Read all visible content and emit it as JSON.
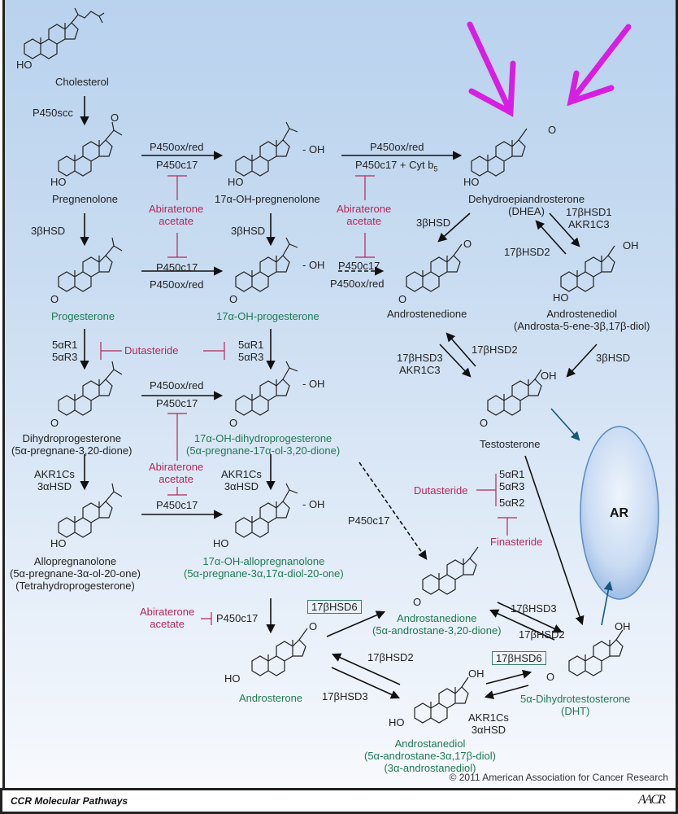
{
  "colors": {
    "drug": "#b4285a",
    "highlight_metabolite": "#1f7a52",
    "ar_arrow": "#145a78",
    "annotation_arrow": "#d61fe0",
    "receptor_fill": "#c8daf3",
    "receptor_stroke": "#5a8ac0"
  },
  "compounds": {
    "cholesterol": {
      "name": "Cholesterol"
    },
    "pregnenolone": {
      "name": "Pregnenolone"
    },
    "oh_pregnenolone": {
      "name": "17α-OH-pregnenolone"
    },
    "dhea": {
      "name": "Dehydroepiandrosterone",
      "sub": "(DHEA)"
    },
    "progesterone": {
      "name": "Progesterone"
    },
    "oh_progesterone": {
      "name": "17α-OH-progesterone"
    },
    "androstenedione": {
      "name": "Androstenedione"
    },
    "androstenediol": {
      "name": "Androstenediol",
      "sub": "(Androsta-5-ene-3β,17β-diol)"
    },
    "dihydroprogesterone": {
      "name": "Dihydroprogesterone",
      "sub": "(5α-pregnane-3,20-dione)"
    },
    "oh_dihydroprogesterone": {
      "name": "17α-OH-dihydroprogesterone",
      "sub": "(5α-pregnane-17α-ol-3,20-dione)"
    },
    "testosterone": {
      "name": "Testosterone"
    },
    "allopregnanolone": {
      "name": "Allopregnanolone",
      "sub": "(5α-pregnane-3α-ol-20-one)",
      "sub2": "(Tetrahydroprogesterone)"
    },
    "oh_allopregnanolone": {
      "name": "17α-OH-allopregnanolone",
      "sub": "(5α-pregnane-3α,17α-diol-20-one)"
    },
    "androstanedione": {
      "name": "Androstanedione",
      "sub": "(5α-androstane-3,20-dione)"
    },
    "androsterone": {
      "name": "Androsterone"
    },
    "androstanediol": {
      "name": "Androstanediol",
      "sub": "(5α-androstane-3α,17β-diol)",
      "sub2": "(3α-androstanediol)"
    },
    "dht": {
      "name": "5α-Dihydrotestosterone",
      "sub": "(DHT)"
    }
  },
  "atoms": {
    "ho": "HO",
    "o": "O",
    "oh": "OH",
    "dash_oh": "- OH"
  },
  "enzymes": {
    "p450scc": "P450scc",
    "p450oxred": "P450ox/red",
    "p450c17": "P450c17",
    "p450c17_cytb5": "P450c17 + Cyt b",
    "cytb5_sub": "5",
    "hsd3b": "3βHSD",
    "hsd17b1": "17βHSD1",
    "akr1c3": "AKR1C3",
    "hsd17b2": "17βHSD2",
    "hsd17b3": "17βHSD3",
    "hsd17b6": "17βHSD6",
    "sar1": "5αR1",
    "sar2": "5αR2",
    "sar3": "5αR3",
    "akr1cs": "AKR1Cs",
    "hsd3a": "3αHSD"
  },
  "drugs": {
    "abiraterone_1": "Abiraterone",
    "abiraterone_2": "acetate",
    "dutasteride": "Dutasteride",
    "finasteride": "Finasteride"
  },
  "receptor": {
    "label": "AR"
  },
  "copyright": "© 2011 American Association for Cancer Research",
  "footer": {
    "brand": "CCR Molecular Pathways",
    "logo": "AACR"
  }
}
